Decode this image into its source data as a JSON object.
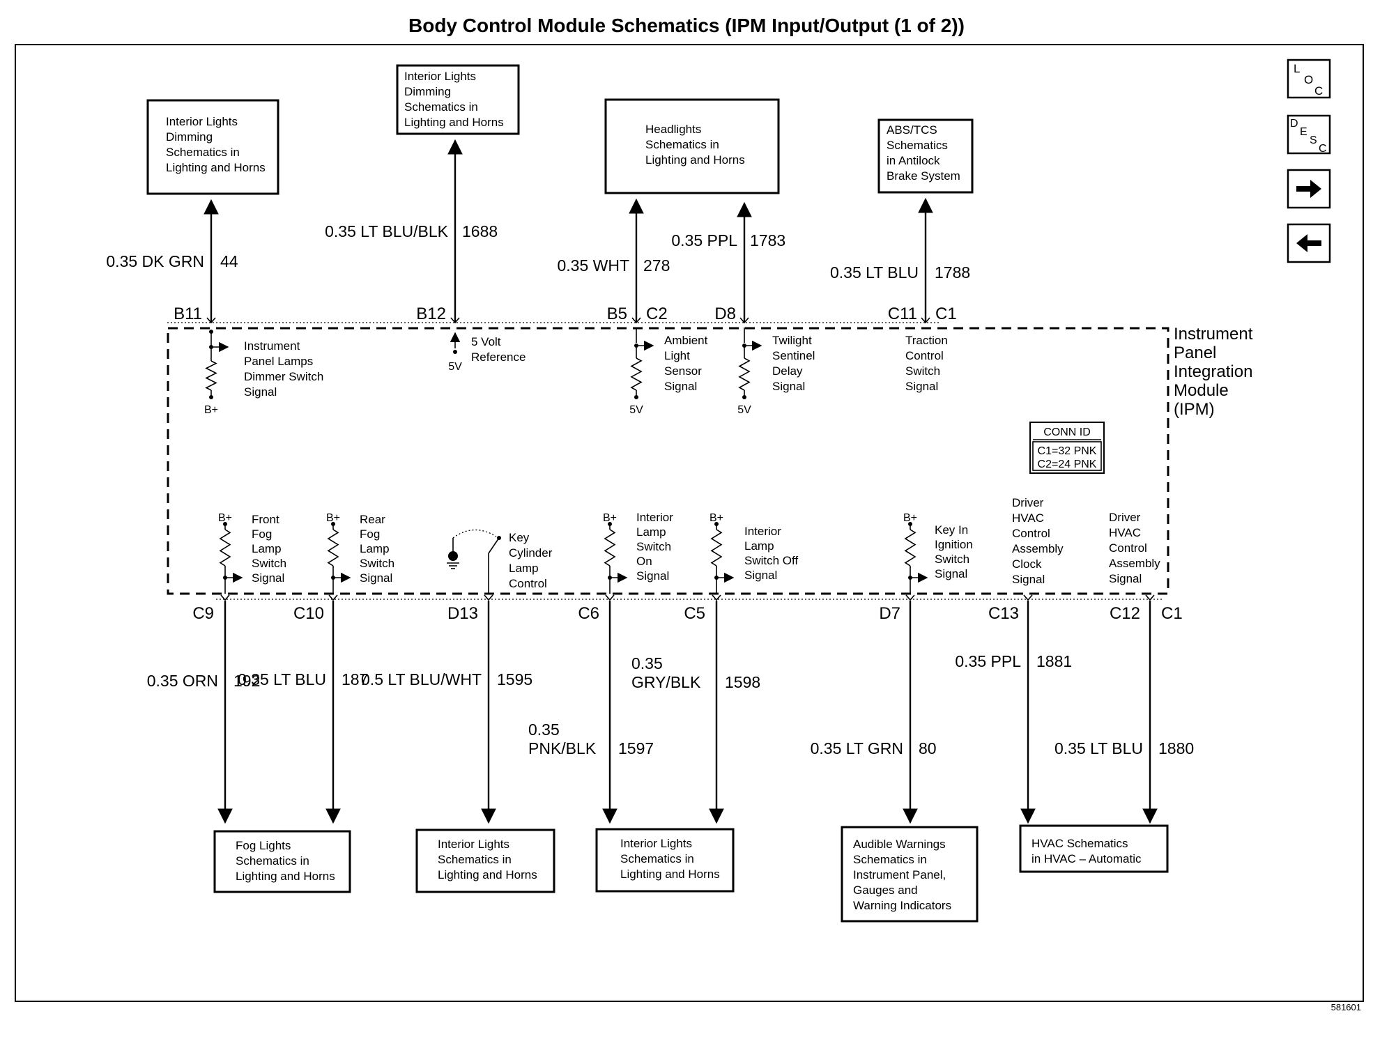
{
  "title": "Body Control Module Schematics (IPM Input/Output (1 of 2))",
  "module_label": [
    "Instrument",
    "Panel",
    "Integration",
    "Module",
    "(IPM)"
  ],
  "conn_id": {
    "header": "CONN ID",
    "lines": [
      "C1=32 PNK",
      "C2=24 PNK"
    ]
  },
  "figure_number": "581601",
  "nav": {
    "loc": [
      "L",
      "O",
      "C"
    ],
    "desc": [
      "D",
      "E",
      "S",
      "C"
    ],
    "next_icon": "arrow-right-icon",
    "prev_icon": "arrow-left-icon"
  },
  "top_circuits": [
    {
      "pin": "B11",
      "wire": "0.35 DK GRN",
      "circuit": "44",
      "dest": [
        "Interior Lights",
        "Dimming",
        "Schematics in",
        "Lighting and Horns"
      ],
      "signal": [
        "Instrument",
        "Panel Lamps",
        "Dimmer Switch",
        "Signal"
      ],
      "supply": "B+"
    },
    {
      "pin": "B12",
      "wire": "0.35 LT BLU/BLK",
      "circuit": "1688",
      "dest": [
        "Interior Lights",
        "Dimming",
        "Schematics in",
        "Lighting and Horns"
      ],
      "signal": [
        "5 Volt",
        "Reference"
      ],
      "supply": "5V"
    },
    {
      "pin": "B5",
      "connector": "C2",
      "wire": "0.35 WHT",
      "circuit": "278",
      "dest": [
        "Headlights",
        "Schematics in",
        "Lighting and Horns"
      ],
      "signal": [
        "Ambient",
        "Light",
        "Sensor",
        "Signal"
      ],
      "supply": "5V"
    },
    {
      "pin": "D8",
      "wire": "0.35 PPL",
      "circuit": "1783",
      "signal": [
        "Twilight",
        "Sentinel",
        "Delay",
        "Signal"
      ],
      "supply": "5V"
    },
    {
      "pin": "C11",
      "connector": "C1",
      "wire": "0.35 LT BLU",
      "circuit": "1788",
      "dest": [
        "ABS/TCS",
        "Schematics",
        "in Antilock",
        "Brake System"
      ],
      "signal": [
        "Traction",
        "Control",
        "Switch",
        "Signal"
      ]
    }
  ],
  "bottom_circuits": [
    {
      "pin": "C9",
      "wire": "0.35 ORN",
      "circuit": "192",
      "signal": [
        "Front",
        "Fog",
        "Lamp",
        "Switch",
        "Signal"
      ],
      "supply": "B+"
    },
    {
      "pin": "C10",
      "wire": "0.35 LT BLU",
      "circuit": "187",
      "signal": [
        "Rear",
        "Fog",
        "Lamp",
        "Switch",
        "Signal"
      ],
      "supply": "B+"
    },
    {
      "pin": "D13",
      "wire": "0.5 LT BLU/WHT",
      "circuit": "1595",
      "signal": [
        "Key",
        "Cylinder",
        "Lamp",
        "Control"
      ]
    },
    {
      "pin": "C6",
      "wire": "0.35 PNK/BLK",
      "wire_lines": [
        "0.35",
        "PNK/BLK"
      ],
      "circuit": "1597",
      "signal": [
        "Interior",
        "Lamp",
        "Switch",
        "On",
        "Signal"
      ],
      "supply": "B+"
    },
    {
      "pin": "C5",
      "wire": "0.35 GRY/BLK",
      "wire_lines": [
        "0.35",
        "GRY/BLK"
      ],
      "circuit": "1598",
      "signal": [
        "Interior",
        "Lamp",
        "Switch Off",
        "Signal"
      ],
      "supply": "B+"
    },
    {
      "pin": "D7",
      "wire": "0.35 LT GRN",
      "circuit": "80",
      "signal": [
        "Key In",
        "Ignition",
        "Switch",
        "Signal"
      ],
      "supply": "B+"
    },
    {
      "pin": "C13",
      "wire": "0.35 PPL",
      "circuit": "1881",
      "signal": [
        "Driver",
        "HVAC",
        "Control",
        "Assembly",
        "Clock",
        "Signal"
      ]
    },
    {
      "pin": "C12",
      "connector": "C1",
      "wire": "0.35 LT BLU",
      "circuit": "1880",
      "signal": [
        "Driver",
        "HVAC",
        "Control",
        "Assembly",
        "Signal"
      ]
    }
  ],
  "bottom_dest": [
    {
      "text": [
        "Fog Lights",
        "Schematics in",
        "Lighting and Horns"
      ]
    },
    {
      "text": [
        "Interior Lights",
        "Schematics in",
        "Lighting and Horns"
      ]
    },
    {
      "text": [
        "Interior Lights",
        "Schematics in",
        "Lighting and Horns"
      ]
    },
    {
      "text": [
        "Audible Warnings",
        "Schematics in",
        "Instrument Panel,",
        "Gauges and",
        "Warning Indicators"
      ]
    },
    {
      "text": [
        "HVAC Schematics",
        "in HVAC – Automatic"
      ]
    }
  ]
}
